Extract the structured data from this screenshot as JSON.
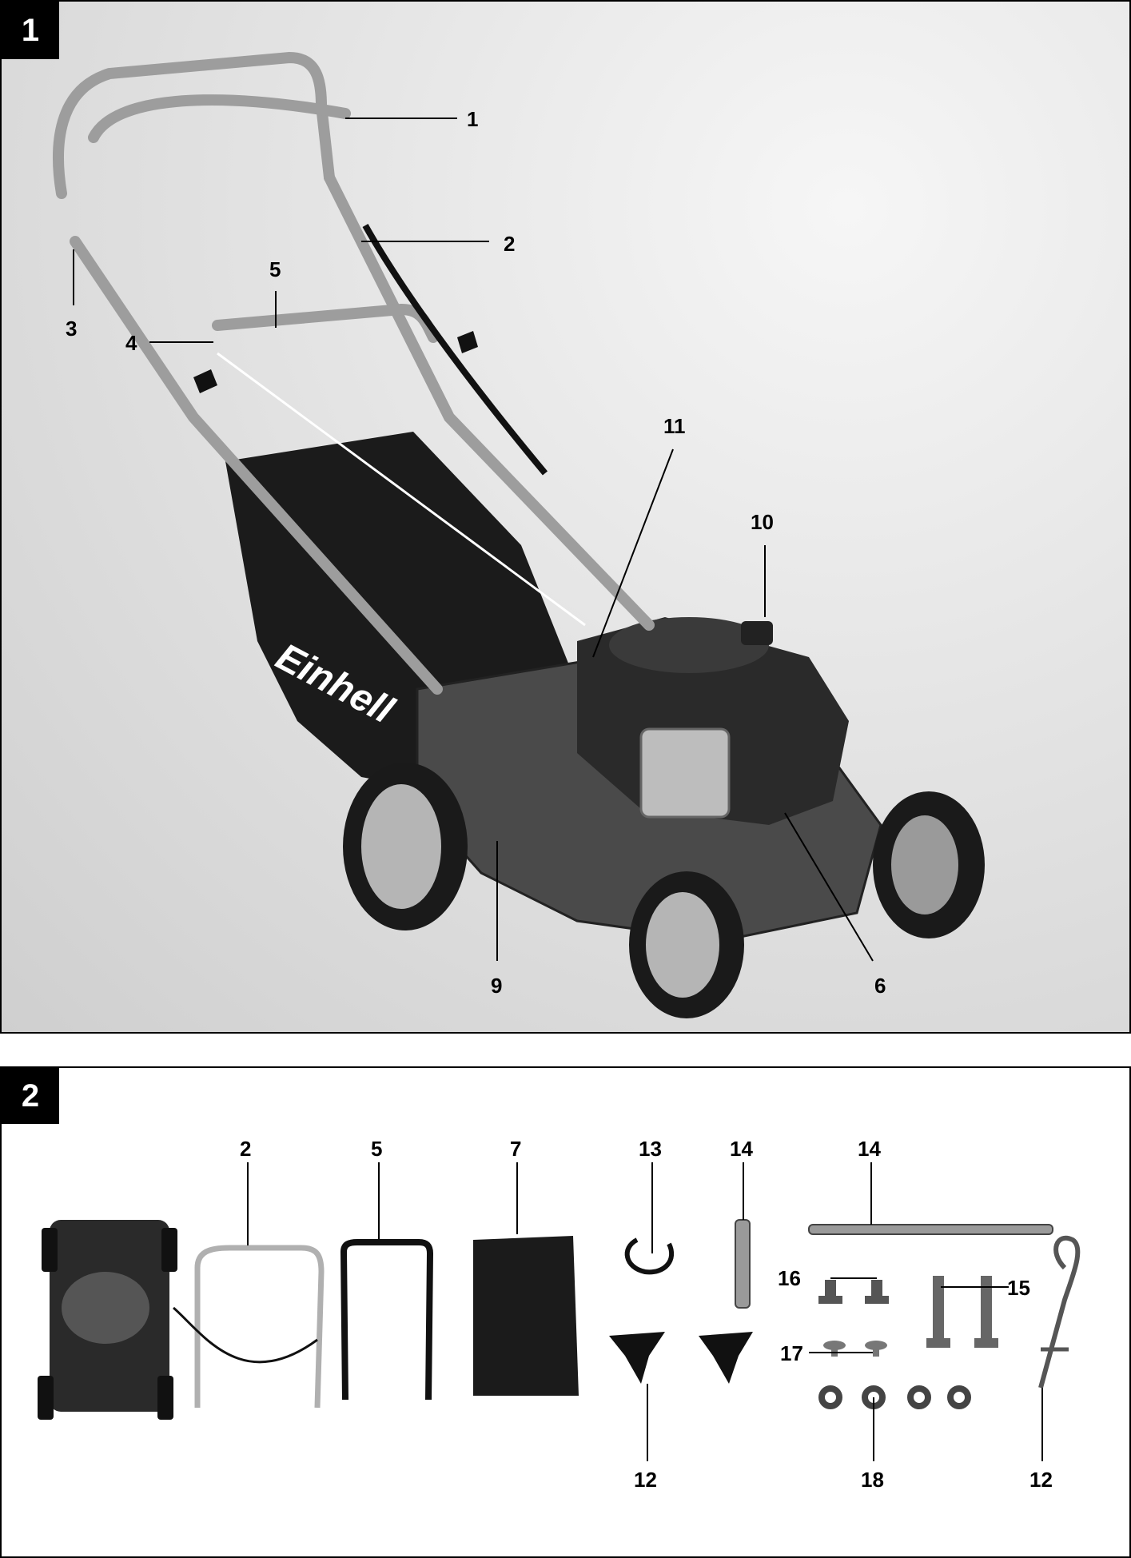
{
  "figure1": {
    "number": "1",
    "callouts": [
      "1",
      "2",
      "3",
      "4",
      "5",
      "6",
      "9",
      "10",
      "11"
    ],
    "brand": "Einhell"
  },
  "figure2": {
    "number": "2",
    "callouts": [
      "2",
      "5",
      "7",
      "13",
      "14",
      "14",
      "16",
      "15",
      "17",
      "12",
      "18",
      "12"
    ]
  },
  "colors": {
    "border": "#000000",
    "badge": "#000000",
    "badge_text": "#ffffff"
  }
}
